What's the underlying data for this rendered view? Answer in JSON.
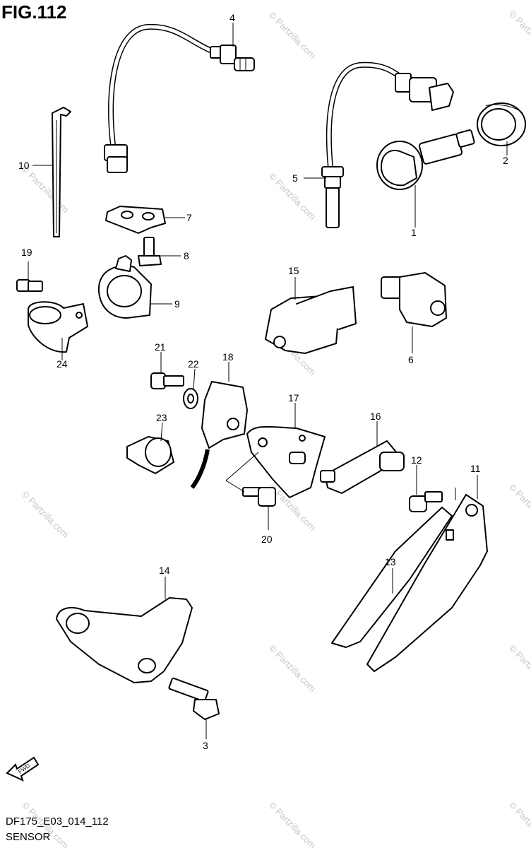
{
  "figure_title": "FIG.112",
  "diagram_code": "DF175_E03_014_112",
  "section_name": "SENSOR",
  "watermark": "© Partzilla.com",
  "fwd_label": "FWD",
  "callouts": [
    "1",
    "2",
    "3",
    "4",
    "5",
    "6",
    "7",
    "8",
    "9",
    "10",
    "11",
    "12",
    "13",
    "14",
    "15",
    "16",
    "17",
    "18",
    "19",
    "20",
    "21",
    "22",
    "23",
    "24"
  ]
}
